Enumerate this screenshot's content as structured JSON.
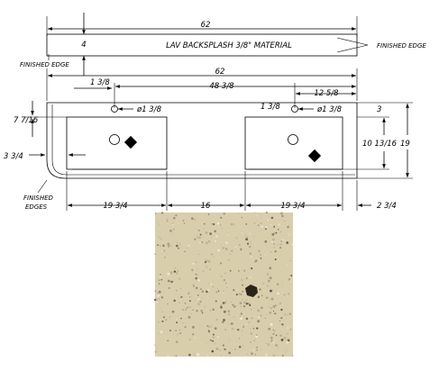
{
  "backsplash": {
    "label": "LAV BACKSPLASH 3/8\" MATERIAL",
    "width_dim": "62",
    "height_dim": "4",
    "finished_edge_right": "FINISHED EDGE",
    "finished_edge_left": "FINISHED EDGE"
  },
  "vanity": {
    "width_dim": "62",
    "dim_left_hole": "1 3/8",
    "dim_center_span": "48 3/8",
    "dim_right_faucet": "12 5/8",
    "dim_left_bowl_depth": "7 7/16",
    "dim_left_overhang": "3 3/4",
    "hole_left": "ø1 3/8",
    "hole_right_offset": "1 3/8",
    "hole_right": "ø1 3/8",
    "dim_back_edge": "3",
    "dim_bowl_depth": "10 13/16",
    "dim_total_depth": "19",
    "finished_edges": [
      "FINISHED",
      "EDGES"
    ],
    "bottom_dims": [
      "19 3/4",
      "16",
      "19 3/4"
    ],
    "dim_right_overhang": "2 3/4"
  },
  "swatch": {
    "description": "granite speckle sample",
    "base_color": "#d8ceac",
    "speck_color": "#2c2418"
  }
}
